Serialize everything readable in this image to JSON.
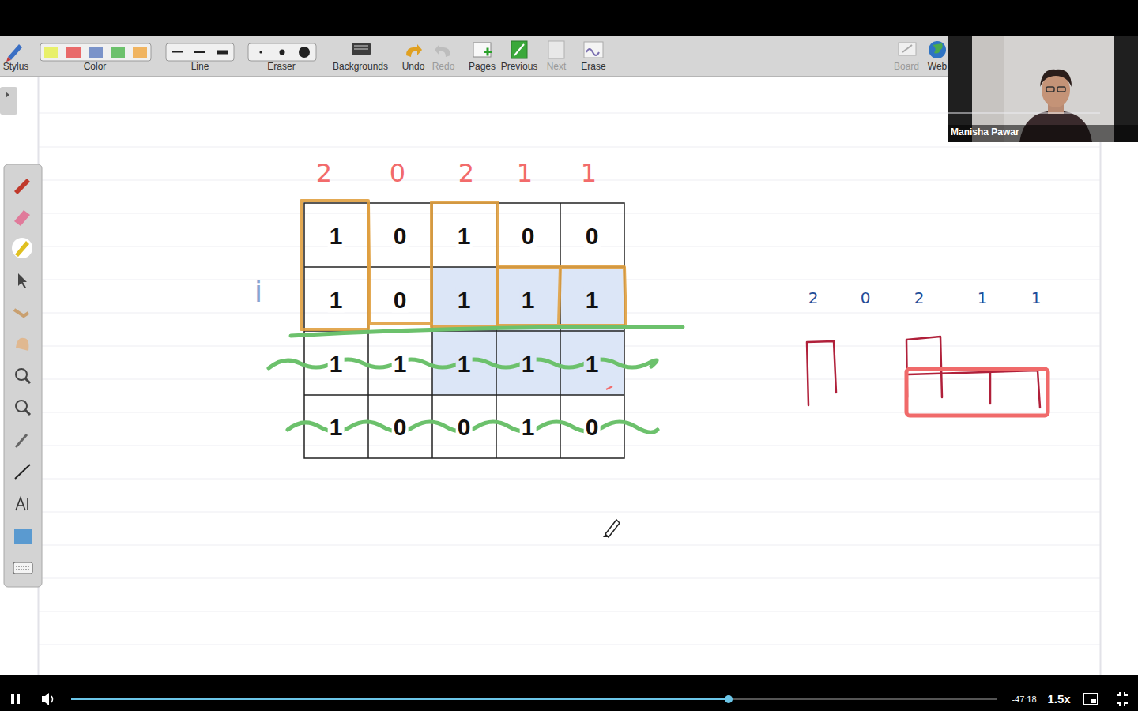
{
  "diagram": {
    "labels": [
      "Stylus",
      "Color",
      "Line",
      "Eraser",
      "Backgrounds",
      "Undo",
      "Redo",
      "Pages",
      "Previous",
      "Next",
      "Erase",
      "Board",
      "Web",
      "Manisha Pawar",
      "2",
      "0",
      "2",
      "1",
      "1",
      "1",
      "0",
      "1",
      "0",
      "0",
      "1",
      "0",
      "1",
      "1",
      "1",
      "1",
      "1",
      "1",
      "1",
      "1",
      "1",
      "0",
      "0",
      "1",
      "0",
      "i",
      "2",
      "0",
      "2",
      "1",
      "1",
      "-47:18",
      "1.5x"
    ]
  }
}
